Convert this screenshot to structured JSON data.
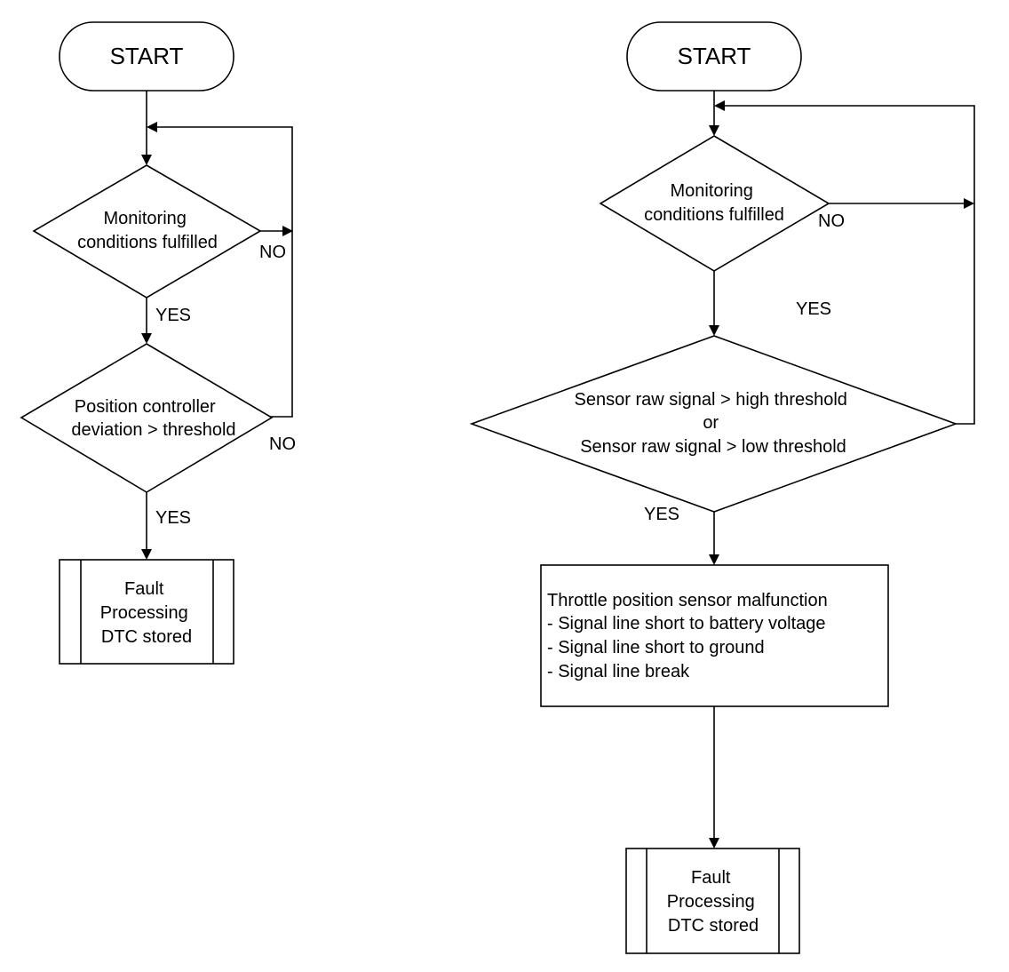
{
  "left_flow": {
    "start": "START",
    "decision1": [
      "Monitoring",
      "conditions fulfilled"
    ],
    "decision1_no": "NO",
    "decision1_yes": "YES",
    "decision2": [
      "Position controller",
      "deviation > threshold"
    ],
    "decision2_no": "NO",
    "decision2_yes": "YES",
    "process": [
      "Fault",
      "Processing",
      "DTC stored"
    ]
  },
  "right_flow": {
    "start": "START",
    "decision1": [
      "Monitoring",
      "conditions fulfilled"
    ],
    "decision1_no": "NO",
    "decision1_yes": "YES",
    "decision2": [
      "Sensor raw signal > high threshold",
      "or",
      "Sensor raw signal > low threshold"
    ],
    "decision2_yes": "YES",
    "malfunction_box": [
      "Throttle position sensor malfunction",
      "- Signal line short to battery voltage",
      "- Signal line short to ground",
      "- Signal line break"
    ],
    "process": [
      "Fault",
      "Processing",
      "DTC stored"
    ]
  }
}
